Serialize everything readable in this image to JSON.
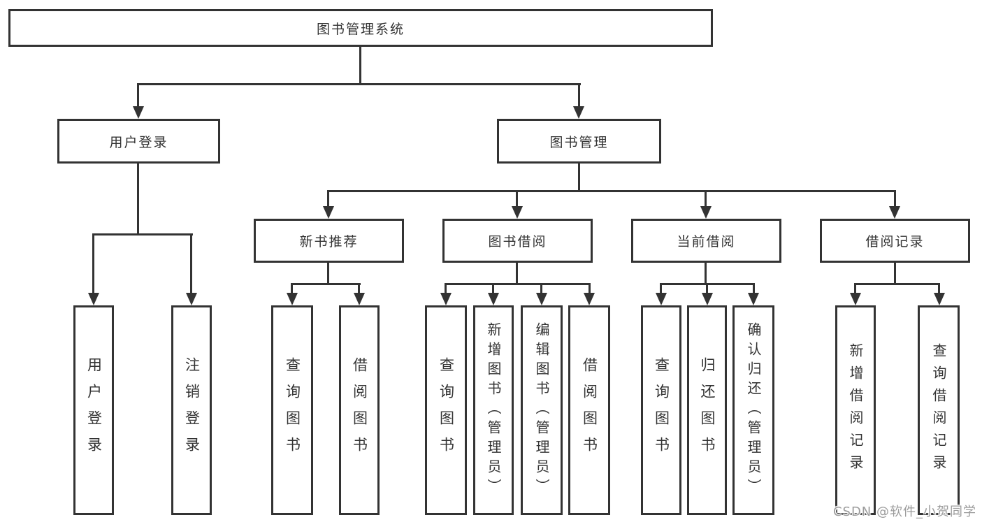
{
  "colors": {
    "line": "#333333",
    "box_border": "#333333",
    "text": "#333333",
    "watermark": "#9c9c9c",
    "background": "#ffffff"
  },
  "tree": {
    "root": {
      "label": "图书管理系统"
    },
    "level2": [
      {
        "label": "用户登录"
      },
      {
        "label": "图书管理"
      }
    ],
    "level3": [
      {
        "label": "新书推荐"
      },
      {
        "label": "图书借阅"
      },
      {
        "label": "当前借阅"
      },
      {
        "label": "借阅记录"
      }
    ],
    "leaves": {
      "user_login": [
        "用户登录",
        "注销登录"
      ],
      "new_book": [
        "查询图书",
        "借阅图书"
      ],
      "borrow": [
        "查询图书",
        "新增图书（管理员）",
        "编辑图书（管理员）",
        "借阅图书"
      ],
      "current": [
        "查询图书",
        "归还图书",
        "确认归还（管理员）"
      ],
      "records": [
        "新增借阅记录",
        "查询借阅记录"
      ]
    }
  },
  "watermark": {
    "text": "CSDN @软件_小贺同学"
  }
}
